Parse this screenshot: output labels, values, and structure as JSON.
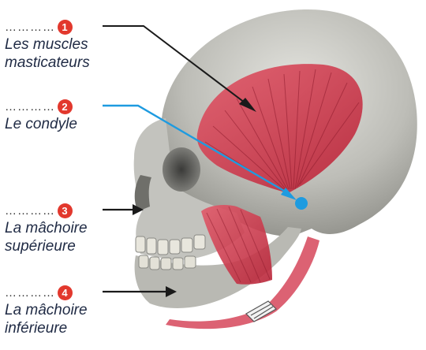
{
  "labels": [
    {
      "number": "1",
      "dots": "…………",
      "line1": "Les muscles",
      "line2": "masticateurs"
    },
    {
      "number": "2",
      "dots": "…………",
      "line1": "Le condyle",
      "line2": ""
    },
    {
      "number": "3",
      "dots": "…………",
      "line1": "La mâchoire",
      "line2": "supérieure"
    },
    {
      "number": "4",
      "dots": "…………",
      "line1": "La mâchoire",
      "line2": "inférieure"
    }
  ],
  "colors": {
    "badge": "#e2382d",
    "connector_blue": "#1e9be0",
    "muscle": "#d1364a",
    "skull": "#c9c9c4"
  }
}
